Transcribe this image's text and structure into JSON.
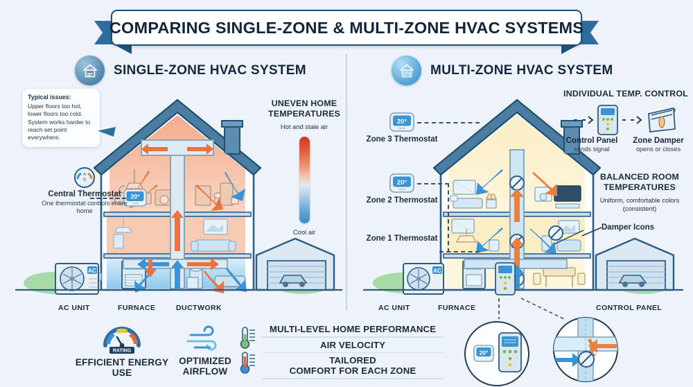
{
  "title": "COMPARING SINGLE-ZONE & MULTI-ZONE HVAC SYSTEMS",
  "left_panel": {
    "heading": "SINGLE-ZONE HVAC SYSTEM",
    "heading_icon": "house-fan-icon",
    "callout": {
      "title": "Typical issues:",
      "body": "Upper floors too hot, lower floors too cold. System works harder to reach set point everywhere."
    },
    "thermostat": {
      "icon": "dial-gauge-icon",
      "title": "Central Thermostat",
      "subtitle": "One thermostat controls entire home",
      "display_value": "20°"
    },
    "legend": {
      "title": "UNEVEN HOME TEMPERATURES",
      "top_label": "Hot and stale air",
      "bottom_label": "Cool air",
      "hot_color": "#d2342a",
      "cool_color": "#3f87c6"
    },
    "organs": [
      "AC UNIT",
      "FURNACE",
      "DUCTWORK"
    ],
    "ac_badge": "AC"
  },
  "right_panel": {
    "heading": "MULTI-ZONE HVAC SYSTEM",
    "heading_icon": "house-sliders-icon",
    "zones": [
      {
        "label": "Zone 3 Thermostat",
        "display_value": "20°"
      },
      {
        "label": "Zone 2 Thermostat",
        "display_value": "20°"
      },
      {
        "label": "Zone 1 Thermostat",
        "display_value": "20°"
      }
    ],
    "individual_control": {
      "title": "INDIVIDUAL TEMP. CONTROL",
      "control_panel": {
        "name": "Control Panel",
        "sub": "sends signal",
        "icon": "control-panel-icon"
      },
      "zone_damper": {
        "name": "Zone Damper",
        "sub": "opens or closes",
        "icon": "damper-icon"
      }
    },
    "balanced": {
      "title": "BALANCED ROOM TEMPERATURES",
      "subtitle": "Uniform, comfortable colors (consistent)"
    },
    "damper_callout": "Damper Icons",
    "organs": [
      "AC UNIT",
      "FURNACE",
      "CONTROL PANEL"
    ],
    "ac_badge": "AC",
    "detail_circles": [
      {
        "name": "thermostat-and-panel-detail",
        "value": "20°"
      },
      {
        "name": "duct-damper-detail"
      }
    ]
  },
  "footer": {
    "benefits": [
      {
        "icon": "gauge-rating-icon",
        "badge": "RATING",
        "label": "EFFICIENT ENERGY USE"
      },
      {
        "icon": "airflow-wind-icon",
        "label": "OPTIMIZED AIRFLOW"
      }
    ],
    "thermometer_icons": [
      "thermometer-green-icon",
      "thermometer-blue-icon"
    ],
    "performance_lines": [
      "MULTI-LEVEL HOME PERFORMANCE",
      "AIR VELOCITY",
      "TAILORED COMFORT FOR EACH ZONE"
    ]
  },
  "colors": {
    "background": "#eef3f9",
    "outline": "#2c5d86",
    "warm_room": "#f6c4ac",
    "cool_room": "#bfe0f2",
    "neutral_room": "#faeec6",
    "accent_orange": "#e8803f",
    "accent_blue": "#3a93d4"
  }
}
